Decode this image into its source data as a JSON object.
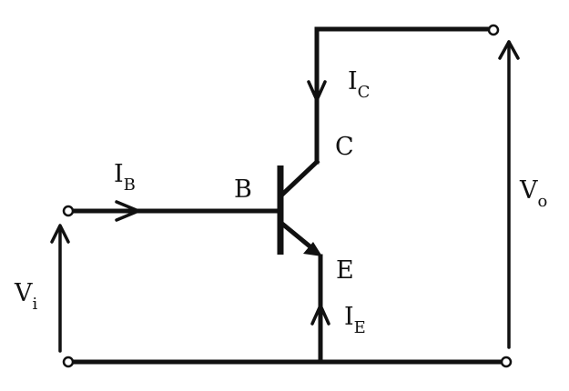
{
  "labels": {
    "ic_main": "I",
    "ic_sub": "C",
    "ib_main": "I",
    "ib_sub": "B",
    "ie_main": "I",
    "ie_sub": "E",
    "vi_main": "V",
    "vi_sub": "i",
    "vo_main": "V",
    "vo_sub": "o",
    "collector": "C",
    "base": "B",
    "emitter": "E"
  },
  "colors": {
    "ink": "#111111",
    "background": "#ffffff"
  }
}
